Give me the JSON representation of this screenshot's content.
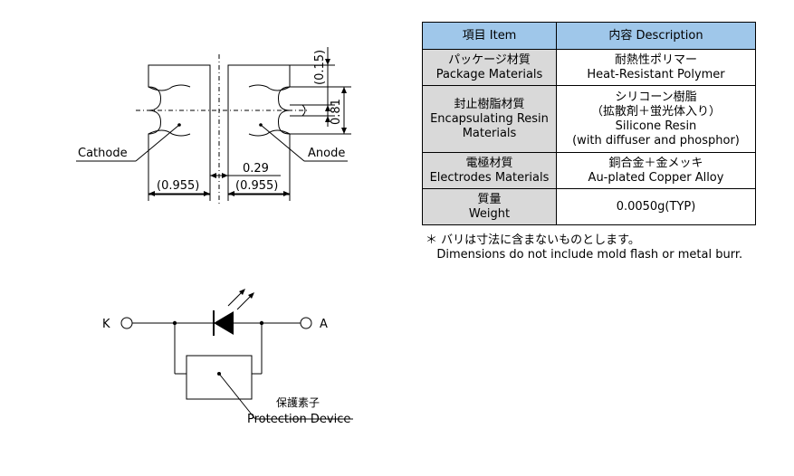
{
  "table": {
    "header": {
      "item": "項目 Item",
      "desc": "内容 Description"
    },
    "rows": [
      {
        "item_jp": "パッケージ材質",
        "item_en": "Package Materials",
        "desc_lines": [
          "耐熱性ポリマー",
          "Heat-Resistant Polymer",
          "",
          ""
        ]
      },
      {
        "item_jp": "封止樹脂材質",
        "item_en": "Encapsulating Resin Materials",
        "desc_lines": [
          "シリコーン樹脂",
          "（拡散剤＋蛍光体入り）",
          "Silicone Resin",
          "(with diffuser and phosphor)"
        ]
      },
      {
        "item_jp": "電極材質",
        "item_en": "Electrodes Materials",
        "desc_lines": [
          "銅合金＋金メッキ",
          "Au-plated Copper Alloy",
          "",
          ""
        ]
      },
      {
        "item_jp": "質量",
        "item_en": "Weight",
        "desc_lines": [
          "0.0050g(TYP)",
          "",
          "",
          ""
        ]
      }
    ]
  },
  "note": {
    "line1": "＊ バリは寸法に含まないものとします。",
    "line2": "   Dimensions do not include mold flash or metal burr."
  },
  "drawing": {
    "cathode_label": "Cathode",
    "anode_label": "Anode",
    "dim_gap": "0.29",
    "dim_left": "(0.955)",
    "dim_right": "(0.955)",
    "dim_top": "(0.15)",
    "dim_height": "0.81"
  },
  "circuit": {
    "terminal_k": "K",
    "terminal_a": "A",
    "protection_jp": "保護素子",
    "protection_en": "Protection Device"
  }
}
